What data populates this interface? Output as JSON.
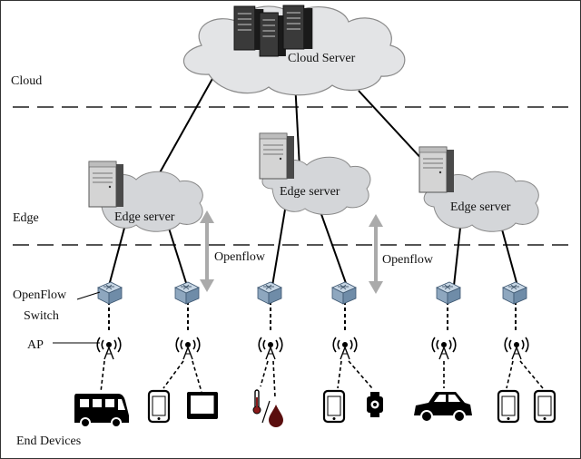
{
  "layers": {
    "cloud": "Cloud",
    "edge": "Edge",
    "switch_line1": "OpenFlow",
    "switch_line2": "Switch",
    "ap": "AP",
    "end_devices": "End Devices"
  },
  "cloud_server": {
    "label": "Cloud Server"
  },
  "edge_servers": [
    {
      "label": "Edge server"
    },
    {
      "label": "Edge server"
    },
    {
      "label": "Edge server"
    }
  ],
  "openflow_labels": [
    "Openflow",
    "Openflow"
  ],
  "devices": [
    {
      "icon": "bus-icon"
    },
    {
      "icon": "smartphone-icon"
    },
    {
      "icon": "tablet-icon"
    },
    {
      "icon": "thermometer-icon"
    },
    {
      "icon": "water-drop-icon"
    },
    {
      "icon": "smartphone-icon"
    },
    {
      "icon": "smartwatch-icon"
    },
    {
      "icon": "car-icon"
    },
    {
      "icon": "smartphone-icon"
    },
    {
      "icon": "smartphone-icon"
    }
  ],
  "colors": {
    "cloud_fill": "#e3e4e6",
    "switch_fill": "#9fb6cc",
    "arrow": "#aaaaaa",
    "line": "#000000"
  }
}
